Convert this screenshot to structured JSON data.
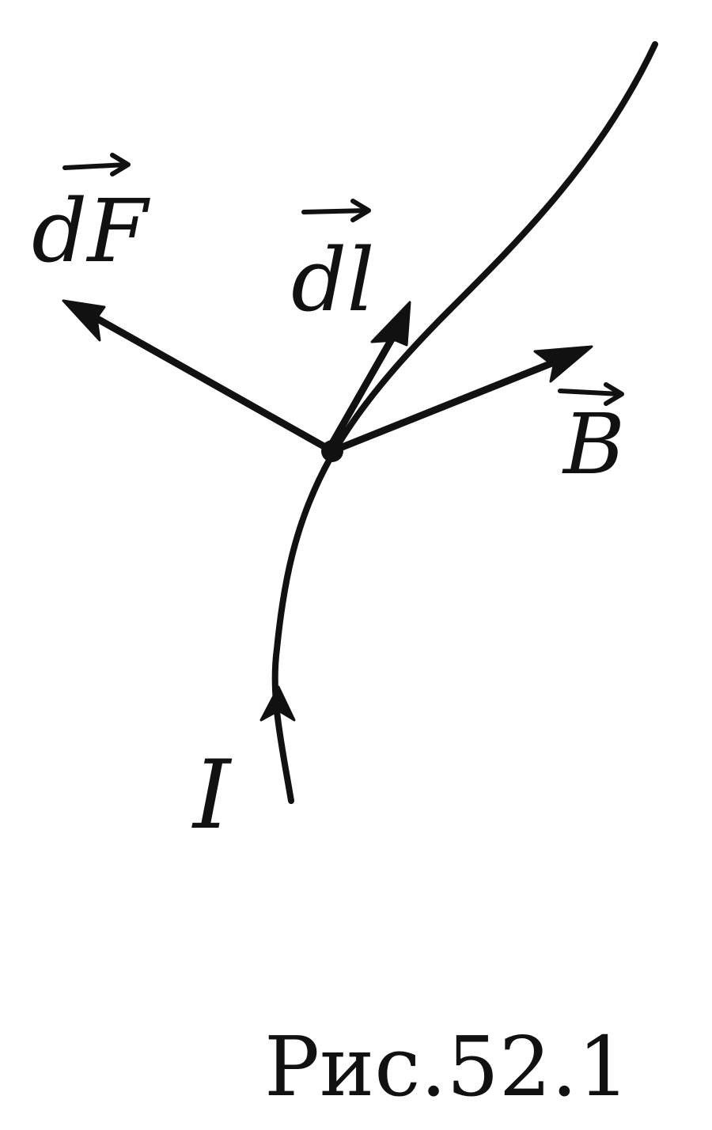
{
  "labels": {
    "force": "dF",
    "element": "dl",
    "field": "B",
    "current": "I"
  },
  "caption": "Рис.52.1",
  "colors": {
    "ink": "#111111",
    "background": "#ffffff"
  }
}
